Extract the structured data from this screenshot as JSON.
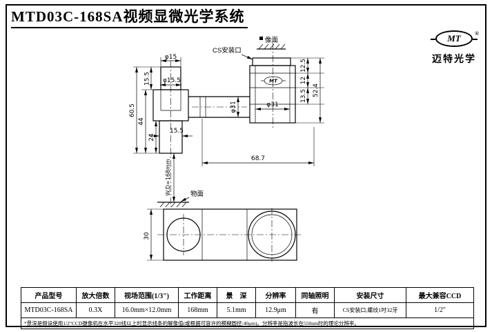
{
  "title": "MTD03C-168SA视频显微光学系统",
  "brand": {
    "logo": "MT",
    "reg": "®",
    "name": "迈特光学"
  },
  "drawing": {
    "labels": {
      "cs_mount": "CS安装口",
      "image_plane": "像面",
      "object_plane": "物面",
      "logo_small": "MT"
    },
    "dims": {
      "phi15": "φ15",
      "phi15_5": "φ15.5",
      "tube_15_5": "15.5",
      "left_60_5": "60.5",
      "left_44": "44",
      "left_24": "24",
      "bore_15_5": "15.5",
      "wd": "W.D=168mm",
      "arm_phi31": "φ31",
      "block_phi31": "φ31",
      "right_12_5": "12.5",
      "right_12": "12",
      "right_13_5": "13.5",
      "right_52_4": "52.4",
      "bottom_68_7": "68.7",
      "side_30": "30"
    }
  },
  "table": {
    "headers": [
      "产品型号",
      "放大倍数",
      "视场范围(1/3\")",
      "工作距离",
      "景　深",
      "分辨率",
      "同轴照明",
      "安装尺寸",
      "最大兼容CCD"
    ],
    "row": [
      "MTD03C-168SA",
      "0.3X",
      "16.0mm×12.0mm",
      "168mm",
      "5.1mm",
      "12.9μm",
      "有",
      "CS安装口,螺纹1吋32牙",
      "1/2\""
    ],
    "footnote": "*景深是假设使用1/2\"CCD摄像机在水平320线以上时显示线条的解像值(或根据可容许的模糊圆径:40μm)。分辨率是指波长在550nm时的理论分辨率。"
  }
}
